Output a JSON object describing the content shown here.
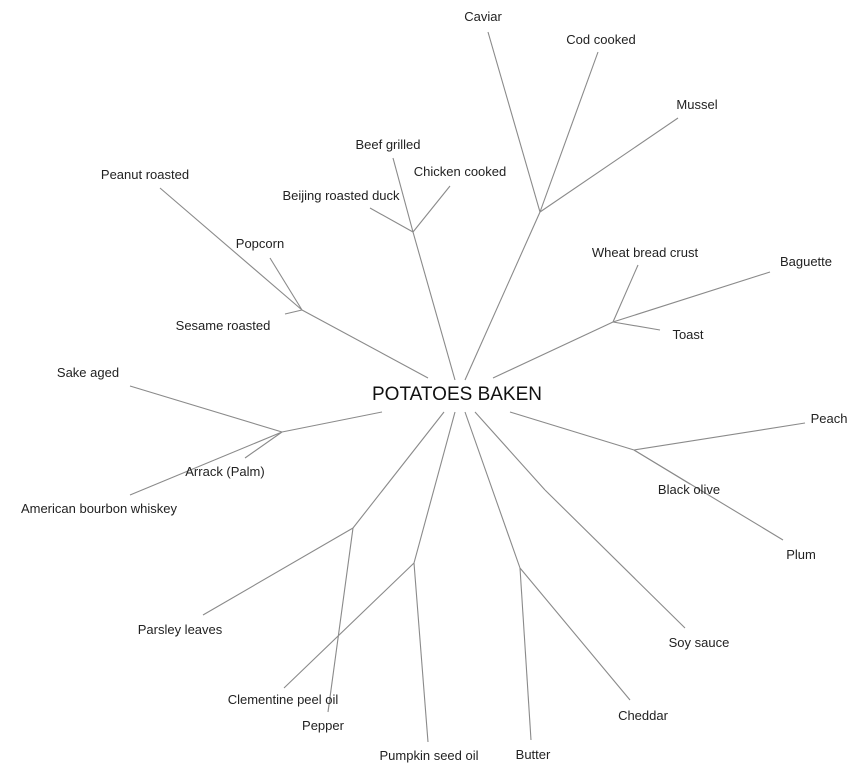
{
  "root": {
    "label": "POTATOES BAKEN"
  },
  "colors": {
    "edge": "#8a8a8a",
    "text": "#222222"
  },
  "leaves": [
    "Caviar",
    "Cod cooked",
    "Mussel",
    "Beef grilled",
    "Chicken cooked",
    "Beijing roasted duck",
    "Peanut roasted",
    "Popcorn",
    "Sesame roasted",
    "Wheat bread crust",
    "Baguette",
    "Toast",
    "Sake aged",
    "Arrack (Palm)",
    "American bourbon whiskey",
    "Peach",
    "Black olive",
    "Plum",
    "Soy sauce",
    "Parsley leaves",
    "Pepper",
    "Clementine peel oil",
    "Pumpkin seed oil",
    "Butter",
    "Cheddar"
  ]
}
